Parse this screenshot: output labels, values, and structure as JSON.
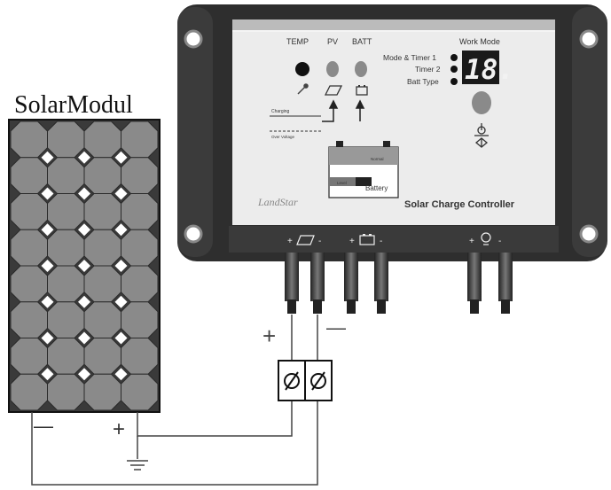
{
  "solar_module": {
    "label": "SolarModul",
    "minus": "—",
    "plus": "+"
  },
  "controller": {
    "panel_labels": {
      "temp": "TEMP",
      "pv": "PV",
      "batt": "BATT",
      "work_mode": "Work Mode"
    },
    "mode_labels": [
      "Mode & Timer 1",
      "Timer 2",
      "Batt Type"
    ],
    "display_value": "18.",
    "charging_label": "Charging",
    "over_voltage_label": "Over Voltage",
    "battery_label": "Battery",
    "battery_small_text": "Normal",
    "battery_level_text": "Level",
    "brand": "LandStar",
    "title": "Solar Charge Controller",
    "terminal_signs": {
      "pv_plus": "+",
      "pv_minus": "-",
      "batt_plus": "+",
      "batt_minus": "-",
      "load_plus": "+",
      "load_minus": "-"
    }
  },
  "cable_signs": {
    "plus": "+",
    "minus": "—"
  },
  "colors": {
    "dark": "#333333",
    "panel": "#d8d8d8",
    "cell": "#8a8a8a",
    "led_red": "#888888"
  }
}
